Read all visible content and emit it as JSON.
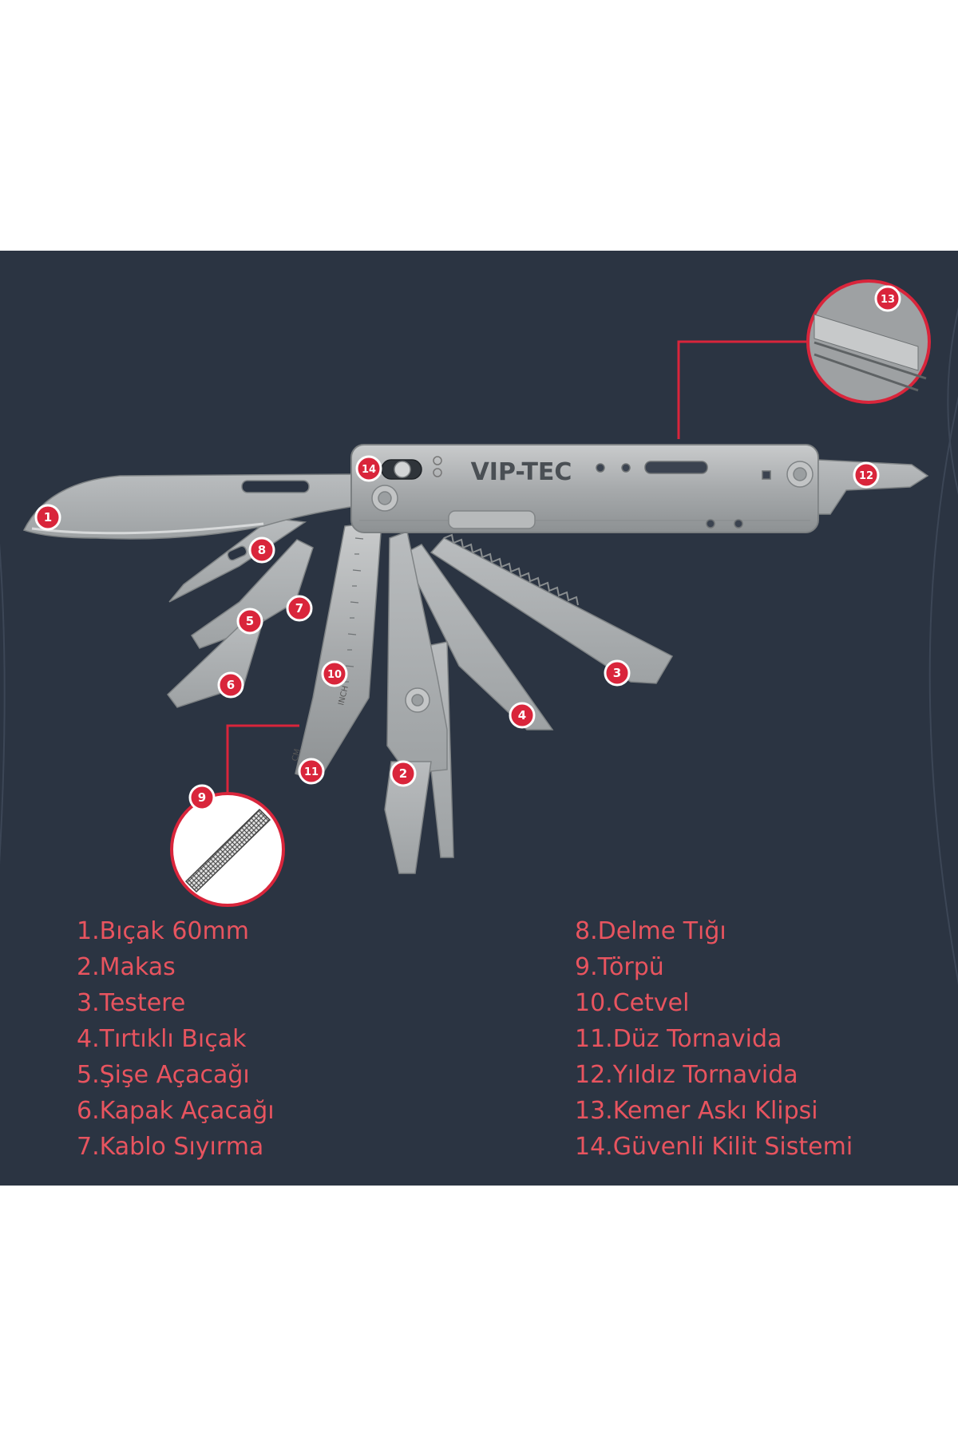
{
  "product": {
    "brand": "VIP-TEC"
  },
  "ruler": {
    "cm_label": "CM",
    "inch_label": "INCH"
  },
  "colors": {
    "panel_bg": "#2b3442",
    "accent_red": "#e8545f",
    "marker_red": "#d9253b",
    "steel": "#a9acae"
  },
  "markers": [
    {
      "number": "1"
    },
    {
      "number": "2"
    },
    {
      "number": "3"
    },
    {
      "number": "4"
    },
    {
      "number": "5"
    },
    {
      "number": "6"
    },
    {
      "number": "7"
    },
    {
      "number": "8"
    },
    {
      "number": "9"
    },
    {
      "number": "10"
    },
    {
      "number": "11"
    },
    {
      "number": "12"
    },
    {
      "number": "13"
    },
    {
      "number": "14"
    }
  ],
  "legend": {
    "left": [
      "1.Bıçak 60mm",
      "2.Makas",
      "3.Testere",
      "4.Tırtıklı Bıçak",
      "5.Şişe Açacağı",
      "6.Kapak Açacağı",
      "7.Kablo Sıyırma"
    ],
    "right": [
      "8.Delme Tığı",
      "9.Törpü",
      "10.Cetvel",
      "11.Düz Tornavida",
      "12.Yıldız Tornavida",
      "13.Kemer Askı Klipsi",
      "14.Güvenli Kilit Sistemi"
    ]
  }
}
